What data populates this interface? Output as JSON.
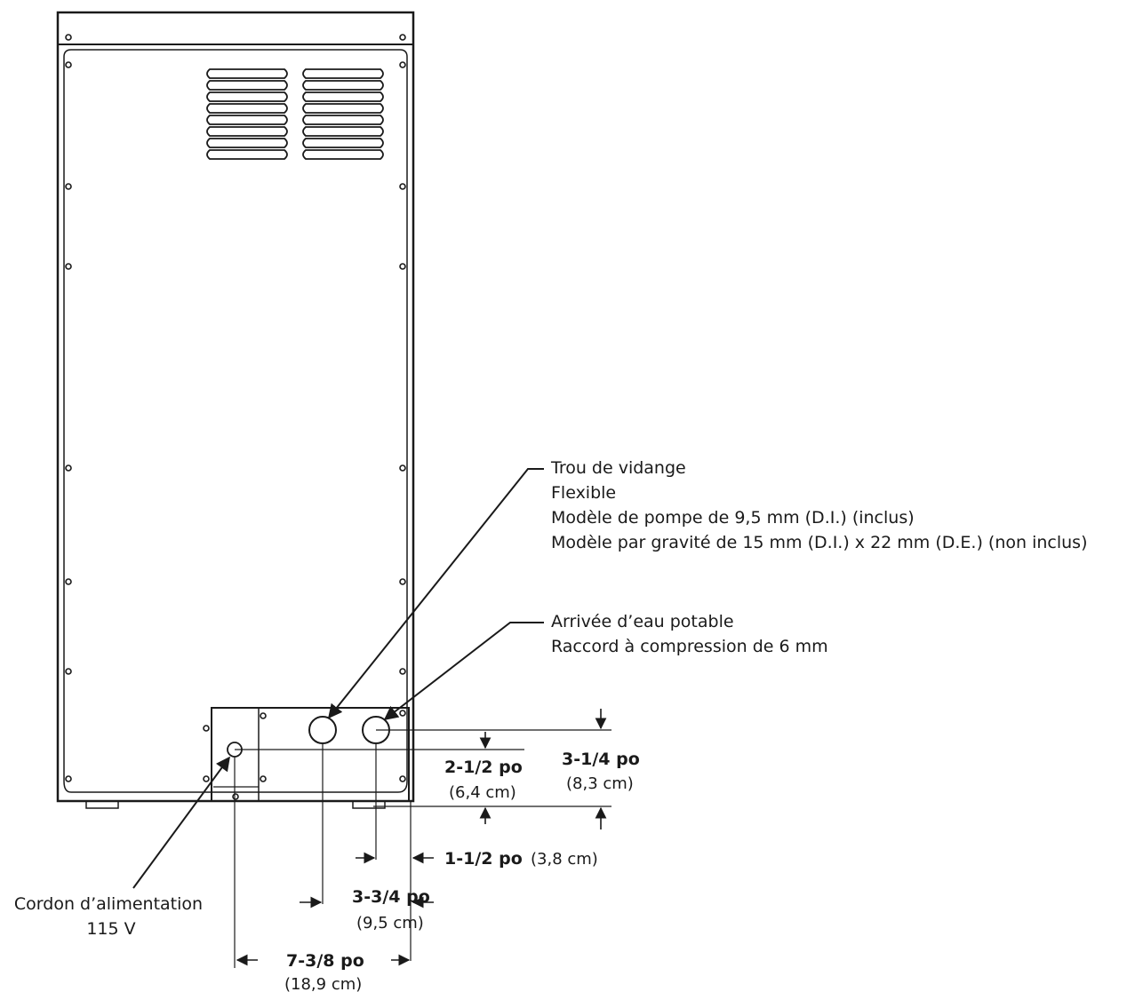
{
  "callouts": {
    "drain": {
      "lines": [
        "Trou de vidange",
        "Flexible",
        "Modèle de pompe de 9,5 mm (D.I.) (inclus)",
        "Modèle par gravité de 15 mm (D.I.) x 22 mm (D.E.) (non inclus)"
      ]
    },
    "water": {
      "lines": [
        "Arrivée d’eau potable",
        "Raccord à compression de 6 mm"
      ]
    },
    "power": {
      "lines": [
        "Cordon d’alimentation",
        "115 V"
      ]
    }
  },
  "dimensions": {
    "d1": {
      "main": "2-1/2 po",
      "sub": "(6,4 cm)"
    },
    "d2": {
      "main": "3-1/4 po",
      "sub": "(8,3 cm)"
    },
    "d3": {
      "main": "1-1/2 po",
      "sub": "(3,8 cm)"
    },
    "d4": {
      "main": "3-3/4 po",
      "sub": "(9,5 cm)"
    },
    "d5": {
      "main": "7-3/8 po",
      "sub": "(18,9 cm)"
    }
  }
}
